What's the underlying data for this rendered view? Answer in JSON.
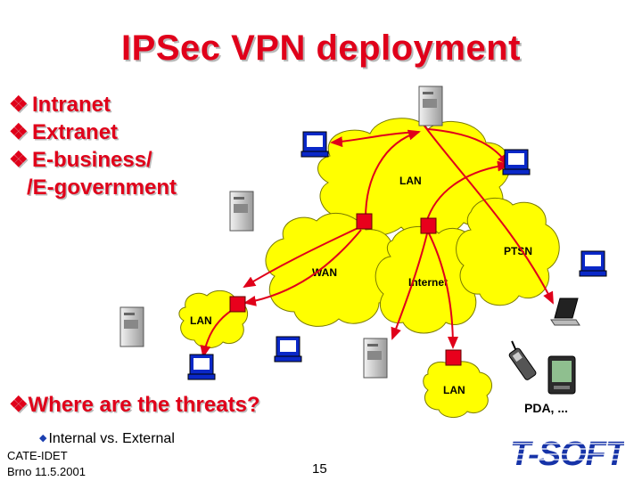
{
  "slide": {
    "title": "IPSec VPN deployment",
    "bullets": [
      {
        "glyph": "❖",
        "text": "Intranet"
      },
      {
        "glyph": "❖",
        "text": "Extranet"
      },
      {
        "glyph": "❖",
        "text": "E-business/"
      }
    ],
    "bullet_continuation": "/E-government",
    "threats": {
      "glyph": "❖",
      "text": "Where are the threats?"
    },
    "sub_bullet": {
      "glyph": "◆",
      "text": "Internal vs. External"
    },
    "footer": {
      "line1": "CATE-IDET",
      "line2": "Brno 11.5.2001"
    },
    "page_number": "15",
    "logo_text": "T-SOFT"
  },
  "diagram": {
    "clouds": {
      "lan_top": "LAN",
      "wan": "WAN",
      "internet": "Internet",
      "ptsn": "PTSN",
      "lan_left": "LAN",
      "lan_bottom": "LAN"
    },
    "pda_label": "PDA, ...",
    "colors": {
      "cloud_fill": "#ffff00",
      "link": "#e0001a",
      "gateway": "#e8001c",
      "monitor": "#0a28c8",
      "server": "#cccccc"
    }
  }
}
